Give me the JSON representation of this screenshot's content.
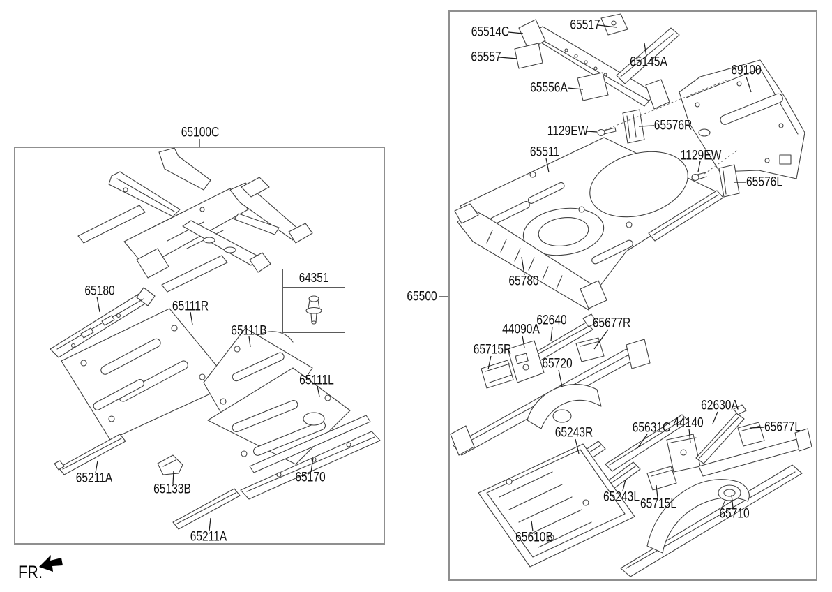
{
  "colors": {
    "background": "#ffffff",
    "box_border": "#8f8f8f",
    "art_line": "#404040",
    "leader_line": "#1a1a1a",
    "text": "#111111"
  },
  "left_panel": {
    "title": "65100C",
    "inset_label": "64351",
    "inset_icon": "push-rivet-fastener-icon",
    "callouts": {
      "p65180": "65180",
      "p65111R": "65111R",
      "p65111B": "65111B",
      "p65111L": "65111L",
      "p65211A_a": "65211A",
      "p65133B": "65133B",
      "p65170": "65170",
      "p65211A_b": "65211A"
    }
  },
  "right_panel": {
    "side_label": "65500",
    "callouts": {
      "p65514C": "65514C",
      "p65517": "65517",
      "p65557": "65557",
      "p65145A": "65145A",
      "p65556A": "65556A",
      "p1129EW_a": "1129EW",
      "p65576R": "65576R",
      "p69100": "69100",
      "p1129EW_b": "1129EW",
      "p65576L": "65576L",
      "p65511": "65511",
      "p65780": "65780",
      "p44090A": "44090A",
      "p62640": "62640",
      "p65677R": "65677R",
      "p65715R": "65715R",
      "p65720": "65720",
      "p65243R": "65243R",
      "p65631C": "65631C",
      "p62630A": "62630A",
      "p44140": "44140",
      "p65677L": "65677L",
      "p65243L": "65243L",
      "p65715L": "65715L",
      "p65710": "65710",
      "p65610B": "65610B"
    }
  },
  "footer": {
    "fr_label": "FR.",
    "fr_icon": "front-direction-arrow-icon"
  }
}
